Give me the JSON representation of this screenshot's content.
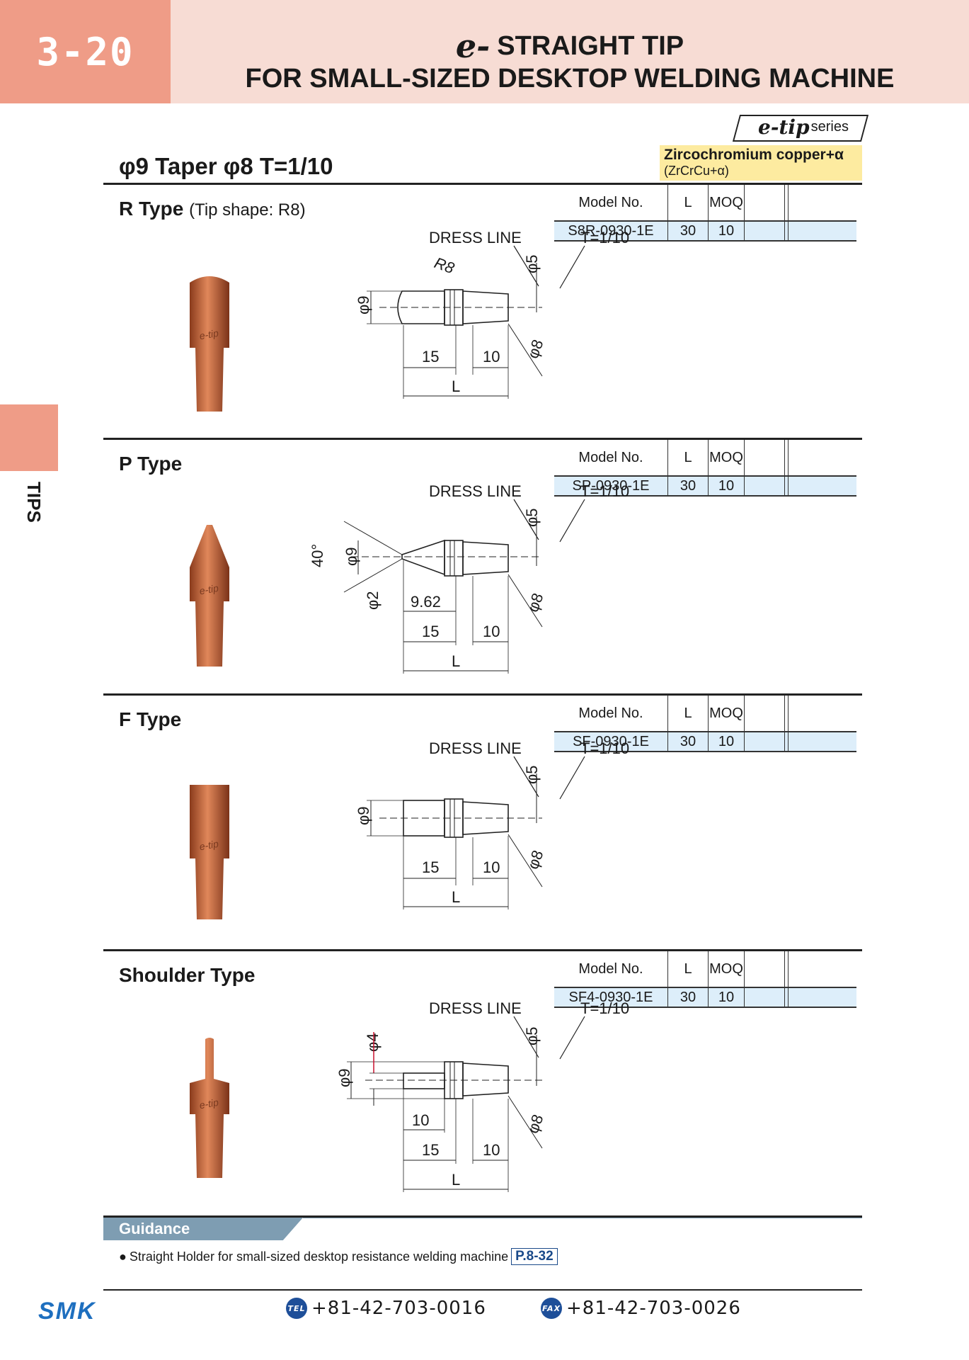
{
  "header": {
    "page_number": "3-20",
    "title_mark": "e-",
    "title_line1": "STRAIGHT TIP",
    "title_line2": "FOR SMALL-SIZED DESKTOP WELDING MACHINE"
  },
  "side_tab": "TIPS",
  "series": {
    "brand": "e-tip",
    "suffix": "series"
  },
  "material": {
    "name": "Zircochromium copper+α",
    "formula": "(ZrCrCu+α)"
  },
  "main_title": "φ9  Taper φ8 T=1/10",
  "table_headers": {
    "model": "Model No.",
    "l": "L",
    "moq": "MOQ"
  },
  "drawing_labels": {
    "dress_line": "DRESS LINE",
    "taper": "T=1/10",
    "phi5": "φ5",
    "phi8": "φ8",
    "phi9": "φ9",
    "phi2": "φ2",
    "phi4": "φ4",
    "r8": "R8",
    "angle": "40°",
    "dim15": "15",
    "dim10": "10",
    "dim962": "9.62",
    "dimL": "L"
  },
  "sections": [
    {
      "name": "R Type",
      "subtitle": "(Tip shape: R8)",
      "model": "S8R-0930-1E",
      "L": "30",
      "moq": "10"
    },
    {
      "name": "P Type",
      "subtitle": "",
      "model": "SP-0930-1E",
      "L": "30",
      "moq": "10"
    },
    {
      "name": "F Type",
      "subtitle": "",
      "model": "SF-0930-1E",
      "L": "30",
      "moq": "10"
    },
    {
      "name": "Shoulder Type",
      "subtitle": "",
      "model": "SF4-0930-1E",
      "L": "30",
      "moq": "10"
    }
  ],
  "guidance": {
    "heading": "Guidance",
    "bullet": "●",
    "text": "Straight Holder for small-sized desktop resistance welding machine",
    "page_ref": "P.8-32"
  },
  "footer": {
    "logo": "SMK",
    "tel_badge": "TEL",
    "tel": "+81-42-703-0016",
    "fax_badge": "FAX",
    "fax": "+81-42-703-0026"
  },
  "colors": {
    "salmon": "#ef9c87",
    "header_bg": "#f7dcd4",
    "table_row": "#ddeefa",
    "material_bg": "#fdeba0",
    "copper": "#c7683f",
    "guidance": "#7e9db2",
    "brand_blue": "#1e6fbf"
  }
}
